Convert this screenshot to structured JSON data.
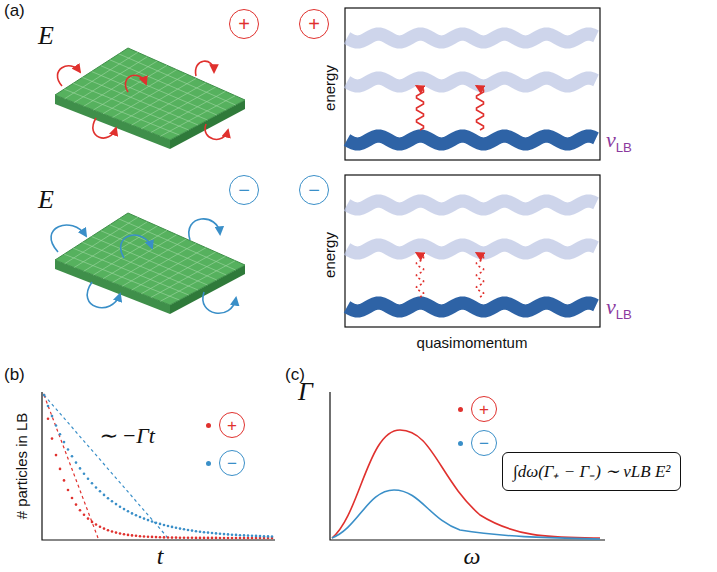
{
  "diagram": {
    "nodes": [
      {
        "text": [
          "+"
        ]
      },
      {
        "text": [
          "+"
        ]
      },
      {
        "text": [
          "−"
        ]
      },
      {
        "text": [
          "−"
        ]
      },
      {
        "text": [
          "∫dω(Γ₊ − Γ₋) ∼ νLB E²"
        ]
      }
    ],
    "labels": [
      "(a)",
      "E",
      "energy",
      "νLB",
      "E",
      "energy",
      "νLB",
      "quasimomentum",
      "(b)",
      "# particles in LB",
      "∼ −Γt",
      "t",
      "(c)",
      "Γ",
      "ω"
    ],
    "legend": [
      {
        "text": "+",
        "color": "#e0312e"
      },
      {
        "text": "−",
        "color": "#3a8fc8"
      },
      {
        "text": "+",
        "color": "#e0312e"
      },
      {
        "text": "−",
        "color": "#3a8fc8"
      }
    ]
  }
}
